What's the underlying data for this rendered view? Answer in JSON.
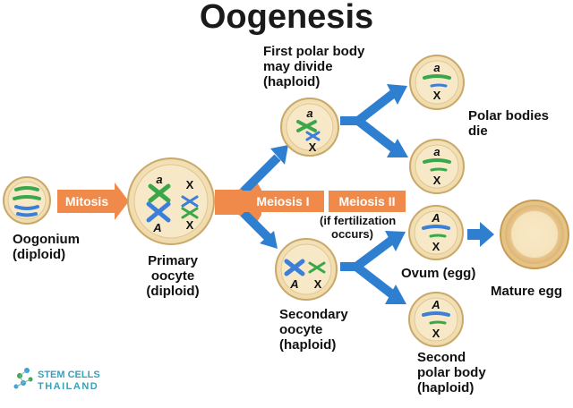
{
  "title": "Oogenesis",
  "labels": {
    "oogonium": [
      "Oogonium",
      "(diploid)"
    ],
    "primary": [
      "Primary",
      "oocyte",
      "(diploid)"
    ],
    "first_polar": [
      "First polar body",
      "may divide",
      "(haploid)"
    ],
    "secondary": [
      "Secondary",
      "oocyte",
      "(haploid)"
    ],
    "polar_die": [
      "Polar bodies",
      "die"
    ],
    "ovum": "Ovum (egg)",
    "mature": "Mature egg",
    "second_polar": [
      "Second",
      "polar body",
      "(haploid)"
    ],
    "fert_note": [
      "(if fertilization",
      "occurs)"
    ]
  },
  "arrows": {
    "mitosis": "Mitosis",
    "meiosis1": "Meiosis I",
    "meiosis2": "Meiosis II"
  },
  "chromosomes": {
    "a_lower": "a",
    "a_upper": "A",
    "x": "X"
  },
  "logo": {
    "line1": "STEM CELLS",
    "line2": "THAILAND"
  },
  "colors": {
    "cell_fill": "#f3e3bf",
    "cell_stroke": "#c9a86a",
    "arrow_orange": "#f08a4b",
    "arrow_blue": "#2f7fd1",
    "chrom_green": "#3aa84a",
    "chrom_blue": "#3c7fd8"
  }
}
